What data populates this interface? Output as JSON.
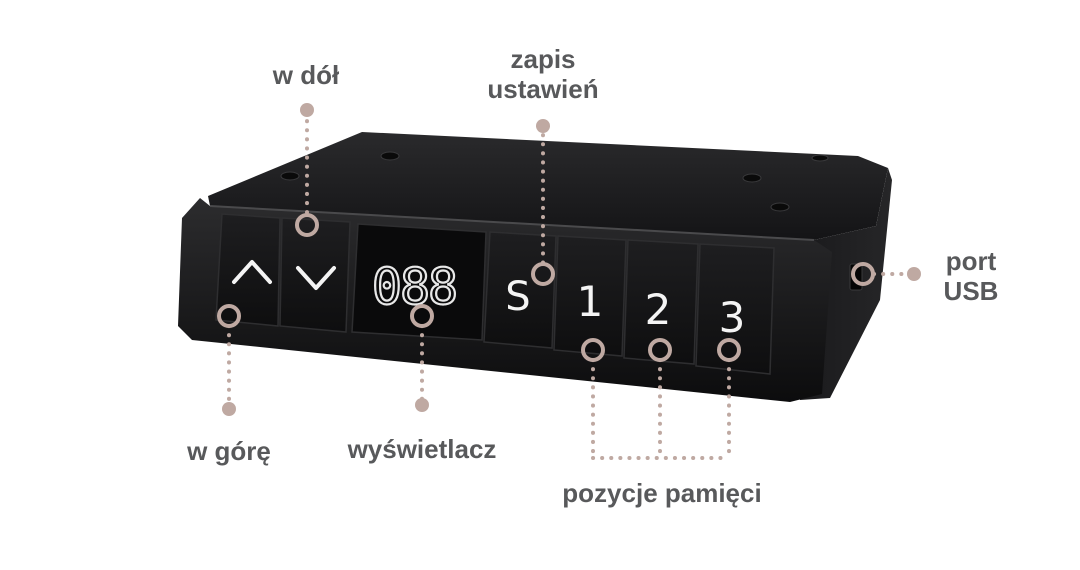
{
  "display": {
    "value": "088"
  },
  "buttons": {
    "up_icon": "chevron-up",
    "down_icon": "chevron-down",
    "save": "S",
    "memory_1": "1",
    "memory_2": "2",
    "memory_3": "3"
  },
  "labels": {
    "down": "w dół",
    "save_line1": "zapis",
    "save_line2": "ustawień",
    "up": "w górę",
    "display": "wyświetlacz",
    "memory": "pozycje pamięci",
    "port_line1": "port",
    "port_line2": "USB"
  },
  "colors": {
    "callout": "#bfa9a2",
    "label_text": "#58595b",
    "device_body": "#1b1b1d",
    "button_glyph": "#f4f4f4"
  }
}
